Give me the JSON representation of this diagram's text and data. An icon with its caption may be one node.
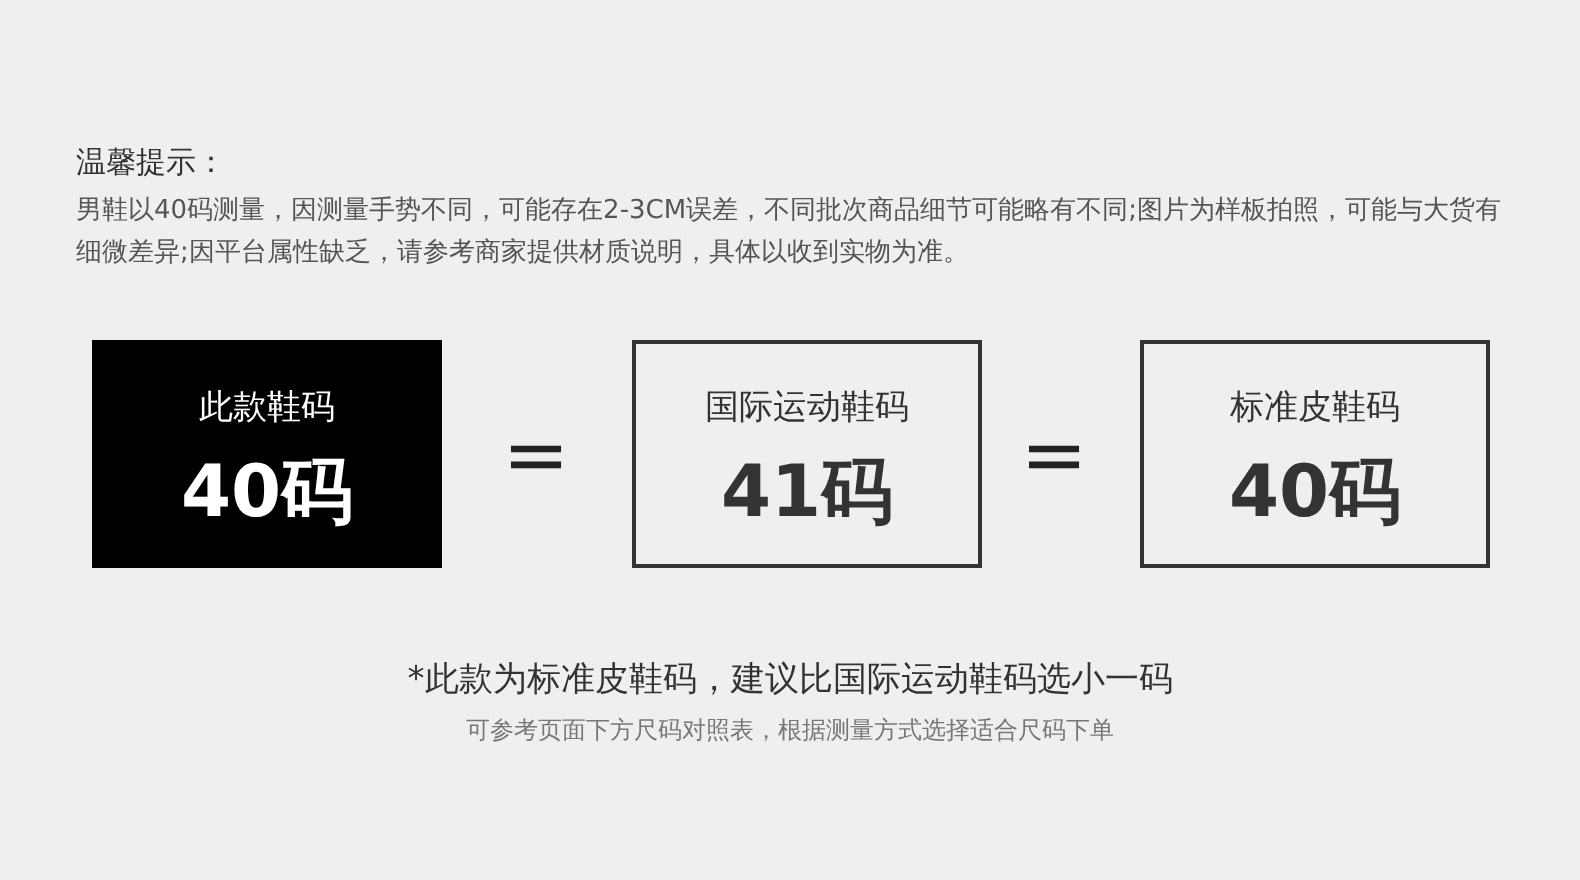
{
  "diagram": {
    "title": "温馨提示：",
    "nodes": [
      {
        "text": [
          "此款鞋码",
          "40码"
        ]
      },
      {
        "text": [
          "国际运动鞋码",
          "41码"
        ]
      },
      {
        "text": [
          "标准皮鞋码",
          "40码"
        ]
      }
    ],
    "labels": [
      "男鞋以40码测量，因测量手势不同，可能存在2-3CM误差，不同批次商品细节可能略有不同;图片为样板拍照，可能与大货有细微差异;因平台属性缺乏，请参考商家提供材质说明，具体以收到实物为准。",
      "=",
      "=",
      "*此款为标准皮鞋码，建议比国际运动鞋码选小一码",
      "可参考页面下方尺码对照表，根据测量方式选择适合尺码下单"
    ]
  }
}
